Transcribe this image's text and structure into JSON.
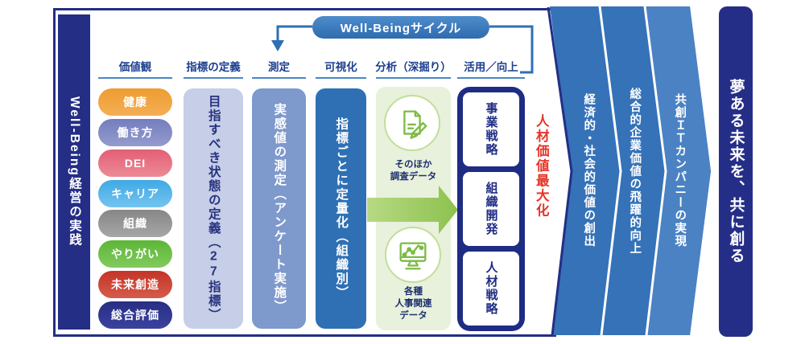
{
  "left_bar": {
    "label": "Well-Being経営の実践"
  },
  "cycle": {
    "label": "Well-Beingサイクル"
  },
  "columns": [
    {
      "header": "価値観"
    },
    {
      "header": "指標の定義"
    },
    {
      "header": "測定"
    },
    {
      "header": "可視化"
    },
    {
      "header": "分析（深掘り）"
    },
    {
      "header": "活用／向上"
    }
  ],
  "values": {
    "pills": [
      {
        "label": "健康",
        "color": "#F0A23C"
      },
      {
        "label": "働き方",
        "color": "#8088C3"
      },
      {
        "label": "DEI",
        "color": "#E66E82"
      },
      {
        "label": "キャリア",
        "color": "#55B3E8"
      },
      {
        "label": "組織",
        "color": "#929292"
      },
      {
        "label": "やりがい",
        "color": "#6CBE47"
      },
      {
        "label": "未来創造",
        "color": "#CB4335"
      },
      {
        "label": "総合評価",
        "color": "#2E3590"
      }
    ]
  },
  "definition": {
    "box_pre": "目指すべき状態の定義（",
    "box_num": "27",
    "box_post": "指標）"
  },
  "measurement": {
    "box": "実感値の測定（アンケート実施）"
  },
  "visualization": {
    "box": "指標ごとに定量化（組織別）"
  },
  "analysis": {
    "sources": [
      {
        "icon": "document-pencil-icon",
        "label": "そのほか\n調査データ"
      },
      {
        "icon": "monitor-chart-icon",
        "label": "各種\n人事関連\nデータ"
      }
    ]
  },
  "application": {
    "items": [
      "事業戦略",
      "組織開発",
      "人材戦略"
    ]
  },
  "outcome": {
    "label": "人材価値最大化",
    "color": "#E53528"
  },
  "chevrons": {
    "bands": [
      "経済的・社会的価値の創出",
      "総合的企業価値の飛躍的向上",
      "共創ＩＴカンパニーの実現"
    ],
    "color": "#3572B8",
    "band3_color": "#4B82C3"
  },
  "vision": {
    "label": "夢ある未来を、共に創る"
  },
  "palette": {
    "navy": "#242E85",
    "header_text": "#1C3F8F",
    "underline_blue": "#4A86C6",
    "connector_blue": "#2F6FB6",
    "cycle_pill_blue": "#3A7EC6",
    "box_definition": "#C6CEE8",
    "box_measurement": "#7E99CC",
    "box_visualization": "#2F70B5",
    "green_panel": "#E8F1DB",
    "green_icon": "#7CBB44",
    "green_arrow": "#9CC95D",
    "red": "#E53528"
  }
}
